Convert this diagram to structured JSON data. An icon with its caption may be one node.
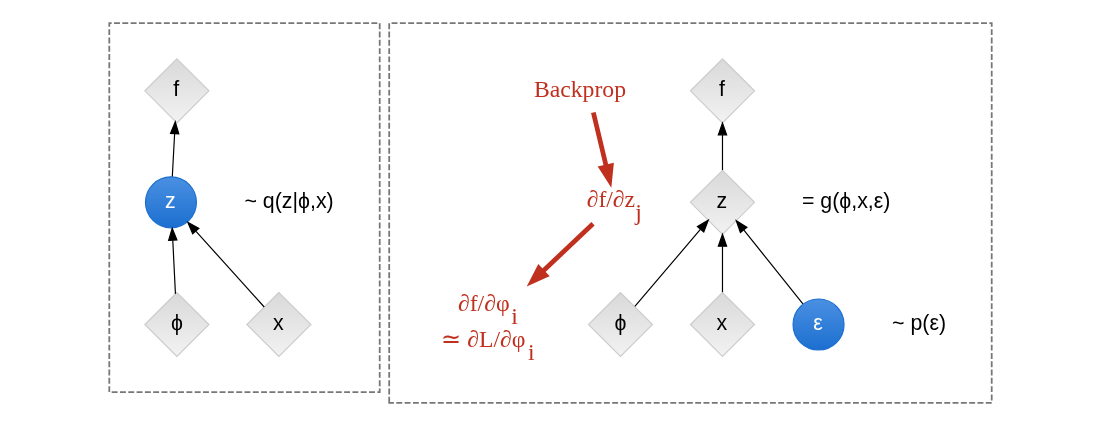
{
  "diagram": {
    "nodes": [
      {
        "text": [],
        "shape": "box"
      },
      {
        "text": [
          "f"
        ],
        "in": 0
      },
      {
        "text": [
          "z"
        ],
        "in": 0,
        "beside": [
          "~ q(z|ϕ,x)"
        ]
      },
      {
        "text": [
          "ϕ"
        ],
        "in": 0
      },
      {
        "text": [
          "x"
        ],
        "in": 0
      },
      {
        "text": [],
        "shape": "box"
      },
      {
        "text": [
          "f"
        ],
        "in": 5
      },
      {
        "text": [
          "z"
        ],
        "in": 5,
        "beside": [
          "= g(ϕ,x,ε)"
        ]
      },
      {
        "text": [
          "ϕ"
        ],
        "in": 5
      },
      {
        "text": [
          "x"
        ],
        "in": 5
      },
      {
        "text": [
          "ε"
        ],
        "in": 5,
        "beside": [
          "~ p(ε)"
        ]
      },
      {
        "text": [
          "Backprop"
        ],
        "in": 5
      },
      {
        "text": [
          "∂f/∂z$_{j}$"
        ],
        "in": 5
      },
      {
        "text": [
          "∂f/∂φ$_{i}$",
          "≃ ∂L/∂φ$_{i}$"
        ],
        "in": 5
      }
    ],
    "edges": [
      {
        "from": 2,
        "to": 1,
        "arrow": "to"
      },
      {
        "from": 3,
        "to": 2,
        "arrow": "to"
      },
      {
        "from": 4,
        "to": 2,
        "arrow": "to"
      },
      {
        "from": 7,
        "to": 6,
        "arrow": "to"
      },
      {
        "from": 8,
        "to": 7,
        "arrow": "to"
      },
      {
        "from": 9,
        "to": 7,
        "arrow": "to"
      },
      {
        "from": 10,
        "to": 7,
        "arrow": "to"
      },
      {
        "from": 11,
        "to": 12,
        "arrow": "to",
        "style": "thick",
        "color": "#c0301e"
      },
      {
        "from": 12,
        "to": 13,
        "arrow": "to",
        "style": "thick",
        "color": "#c0301e"
      }
    ]
  }
}
